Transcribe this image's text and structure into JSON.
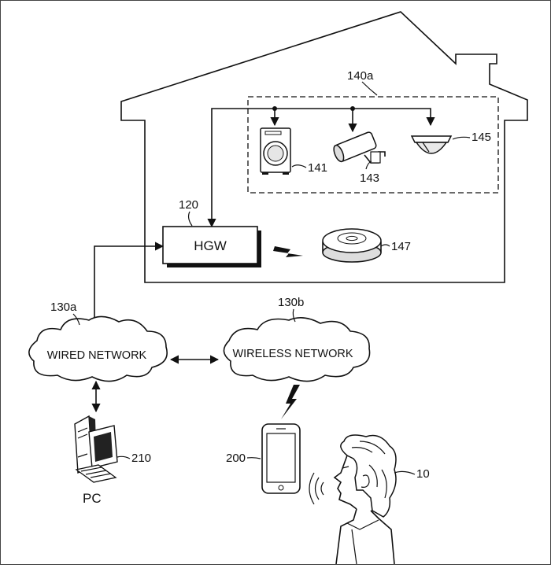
{
  "diagram": {
    "house_group_ref": "140a",
    "gateway": {
      "ref": "120",
      "label": "HGW"
    },
    "devices": [
      {
        "ref": "141",
        "icon": "washing-machine-icon"
      },
      {
        "ref": "143",
        "icon": "security-camera-icon"
      },
      {
        "ref": "145",
        "icon": "dome-camera-icon"
      },
      {
        "ref": "147",
        "icon": "robot-vacuum-icon"
      }
    ],
    "wired_network": {
      "ref": "130a",
      "label": "WIRED NETWORK"
    },
    "wireless_network": {
      "ref": "130b",
      "label": "WIRELESS NETWORK"
    },
    "pc": {
      "ref": "210",
      "label": "PC"
    },
    "phone": {
      "ref": "200"
    },
    "user": {
      "ref": "10"
    }
  }
}
